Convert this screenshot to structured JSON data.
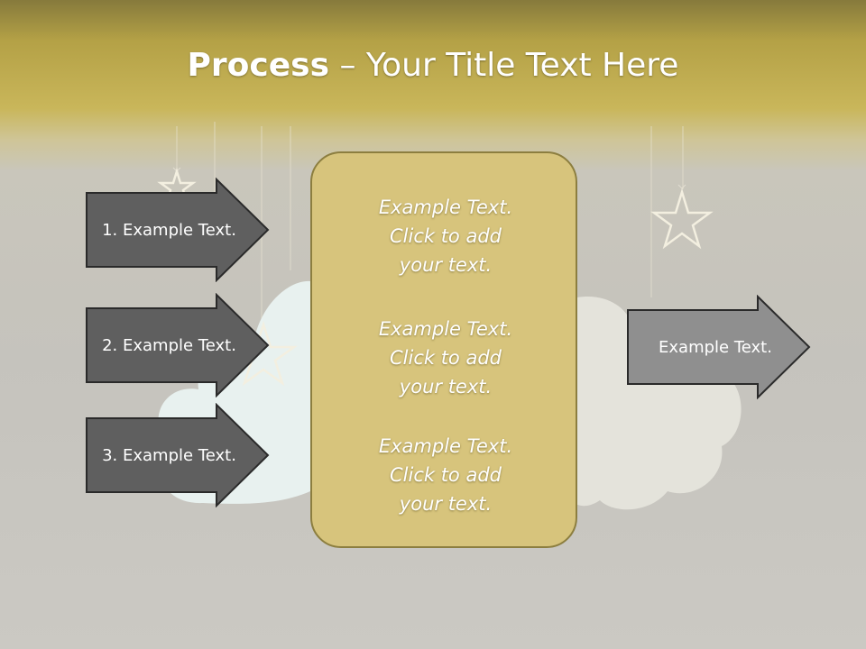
{
  "slide": {
    "title_bold": "Process",
    "title_rest": " – Your Title Text Here",
    "inputs": [
      {
        "label": "1. Example Text."
      },
      {
        "label": "2. Example Text."
      },
      {
        "label": "3. Example Text."
      }
    ],
    "panel_items": [
      {
        "text": "Example Text.\nClick  to add\nyour text."
      },
      {
        "text": "Example Text.\nClick  to add\nyour text."
      },
      {
        "text": "Example Text.\nClick  to add\nyour text."
      }
    ],
    "output": {
      "label": "Example Text."
    }
  },
  "colors": {
    "header_gold": "#c9b65a",
    "panel_fill": "#d7c47c",
    "panel_border": "#8c7e3f",
    "input_arrow": "#5f5f5f",
    "output_arrow": "#8f8f8f",
    "cloud": "#eaf3f1"
  },
  "icons": [
    "star-icon",
    "cloud-icon"
  ]
}
